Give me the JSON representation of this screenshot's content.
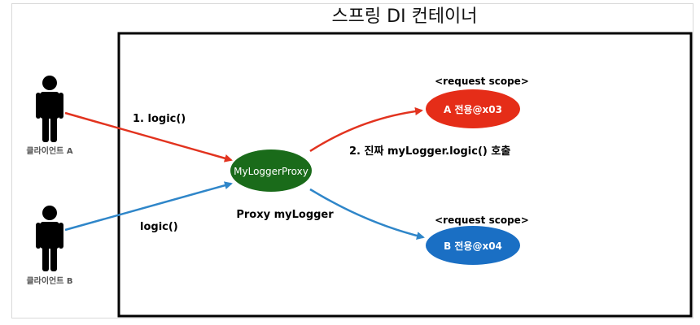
{
  "container": {
    "title": "스프링 DI 컨테이너"
  },
  "clients": [
    {
      "label": "클라이언트 A"
    },
    {
      "label": "클라이언트 B"
    }
  ],
  "proxy": {
    "label": "MyLoggerProxy",
    "caption": "Proxy myLogger"
  },
  "beans": [
    {
      "label": "A 전용@x03",
      "scope": "<request scope>"
    },
    {
      "label": "B 전용@x04",
      "scope": "<request scope>"
    }
  ],
  "calls": {
    "client_a": "1. logic()",
    "client_b": "logic()",
    "real_call": "2. 진짜 myLogger.logic() 호출"
  },
  "colors": {
    "proxy_fill": "#1a6b1a",
    "bean_a_fill": "#e52d18",
    "bean_b_fill": "#1a6fc4",
    "arrow_red": "#e2331f",
    "arrow_blue": "#2f86c9",
    "person": "#000000",
    "client_label": "#555555"
  }
}
